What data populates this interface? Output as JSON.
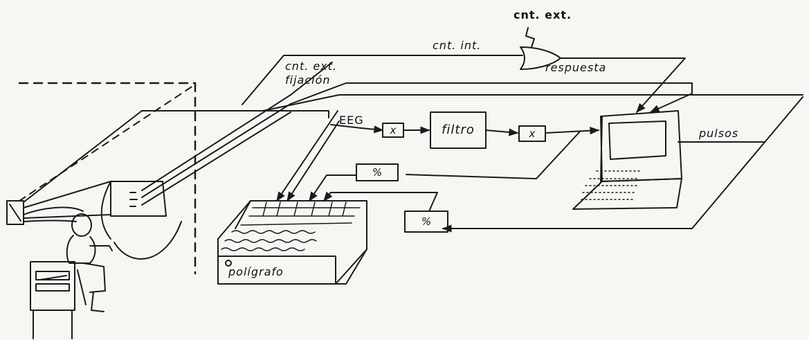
{
  "labels": {
    "cnt_ext_top": "cnt. ext.",
    "cnt_int": "cnt. int.",
    "respuesta": "respuesta",
    "cnt_ext_left": "cnt. ext.",
    "fijacion": "fijación",
    "eeg": "EEG",
    "filtro": "filtro",
    "mult_1": "x",
    "mult_2": "x",
    "pct_1": "%",
    "pct_2": "%",
    "pulsos": "pulsos",
    "poligrafo": "polígrafo"
  },
  "colors": {
    "ink": "#1a1a1a",
    "paper": "#f6f6f3"
  }
}
